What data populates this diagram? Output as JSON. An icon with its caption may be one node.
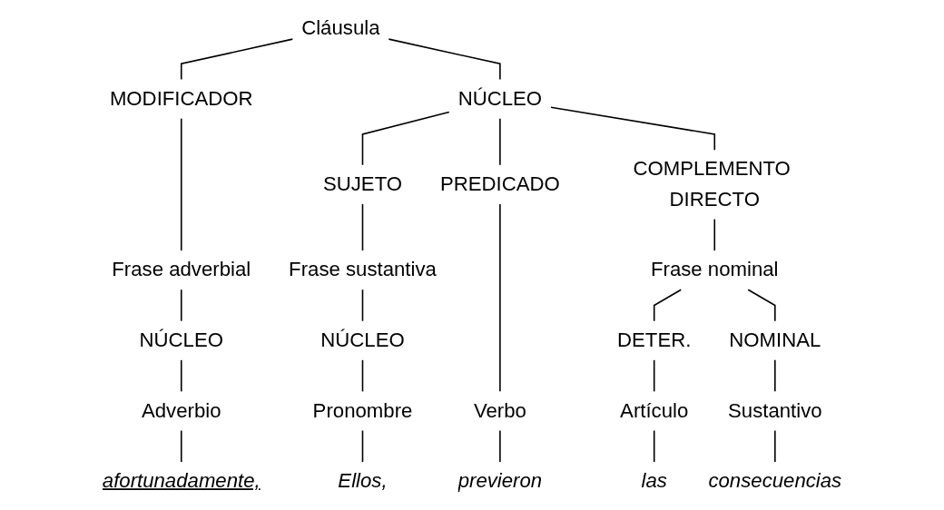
{
  "diagram": {
    "nodes": [
      {
        "text": [
          "Cláusula"
        ]
      },
      {
        "text": [
          "MODIFICADOR"
        ]
      },
      {
        "text": [
          "NÚCLEO"
        ]
      },
      {
        "text": [
          "SUJETO"
        ]
      },
      {
        "text": [
          "PREDICADO"
        ]
      },
      {
        "text": [
          "COMPLEMENTO DIRECTO"
        ]
      },
      {
        "text": [
          "Frase adverbial"
        ]
      },
      {
        "text": [
          "Frase sustantiva"
        ]
      },
      {
        "text": [
          "Frase nominal"
        ]
      },
      {
        "text": [
          "NÚCLEO"
        ]
      },
      {
        "text": [
          "NÚCLEO"
        ]
      },
      {
        "text": [
          "DETER."
        ]
      },
      {
        "text": [
          "NOMINAL"
        ]
      },
      {
        "text": [
          "Adverbio"
        ]
      },
      {
        "text": [
          "Pronombre"
        ]
      },
      {
        "text": [
          "Verbo"
        ]
      },
      {
        "text": [
          "Artículo"
        ]
      },
      {
        "text": [
          "Sustantivo"
        ]
      },
      {
        "text": [
          "Ellos,"
        ]
      },
      {
        "text": [
          "afortunadamente,"
        ]
      },
      {
        "text": [
          "previeron"
        ]
      },
      {
        "text": [
          "las"
        ]
      },
      {
        "text": [
          "consecuencias"
        ]
      }
    ],
    "edges": [
      {
        "from": 0,
        "to": 1,
        "arrow": "none"
      },
      {
        "from": 0,
        "to": 2,
        "arrow": "none"
      },
      {
        "from": 1,
        "to": 6,
        "arrow": "none"
      },
      {
        "from": 2,
        "to": 3,
        "arrow": "none"
      },
      {
        "from": 2,
        "to": 4,
        "arrow": "none"
      },
      {
        "from": 2,
        "to": 5,
        "arrow": "none"
      },
      {
        "from": 3,
        "to": 7,
        "arrow": "none"
      },
      {
        "from": 5,
        "to": 8,
        "arrow": "none"
      },
      {
        "from": 6,
        "to": 9,
        "arrow": "none"
      },
      {
        "from": 7,
        "to": 10,
        "arrow": "none"
      },
      {
        "from": 8,
        "to": 11,
        "arrow": "none"
      },
      {
        "from": 8,
        "to": 12,
        "arrow": "none"
      },
      {
        "from": 9,
        "to": 13,
        "arrow": "none"
      },
      {
        "from": 10,
        "to": 14,
        "arrow": "none"
      },
      {
        "from": 4,
        "to": 15,
        "arrow": "none"
      },
      {
        "from": 11,
        "to": 16,
        "arrow": "none"
      },
      {
        "from": 12,
        "to": 17,
        "arrow": "none"
      },
      {
        "from": 14,
        "to": 18,
        "arrow": "none"
      },
      {
        "from": 13,
        "to": 19,
        "arrow": "none"
      },
      {
        "from": 15,
        "to": 20,
        "arrow": "none"
      },
      {
        "from": 16,
        "to": 21,
        "arrow": "none"
      },
      {
        "from": 17,
        "to": 22,
        "arrow": "none"
      }
    ]
  }
}
